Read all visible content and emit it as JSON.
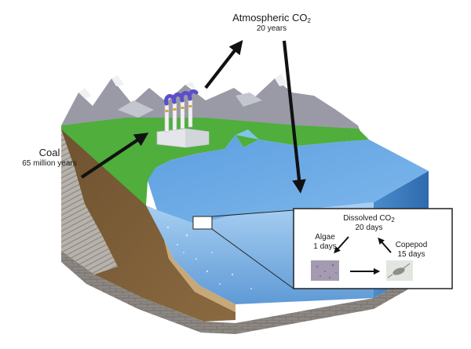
{
  "labels": {
    "atmosphere": {
      "name": "Atmospheric CO",
      "subscript": "2",
      "duration": "20 years"
    },
    "coal": {
      "name": "Coal",
      "duration": "65 million years"
    },
    "dissolved": {
      "name": "Dissolved CO",
      "subscript": "2",
      "duration": "20 days"
    },
    "algae": {
      "name": "Algae",
      "duration": "1 days"
    },
    "copepod": {
      "name": "Copepod",
      "duration": "15 days"
    }
  },
  "colors": {
    "mountains": "#9a9aa6",
    "snow": "#eef0f4",
    "land": "#4fae3c",
    "ocean_top": "#63a5e4",
    "ocean_front": "#9cc7ee",
    "ocean_side": "#3d7fc4",
    "soil": "#7a5a34",
    "sediment": "#c9a878",
    "rock": "#8a8580",
    "factory": "#e4e6e9",
    "smoke": "#5a4fc8",
    "arrow": "#111111"
  },
  "icons": {
    "factory": "factory-icon",
    "algae": "algae-thumbnail",
    "copepod": "copepod-thumbnail"
  }
}
